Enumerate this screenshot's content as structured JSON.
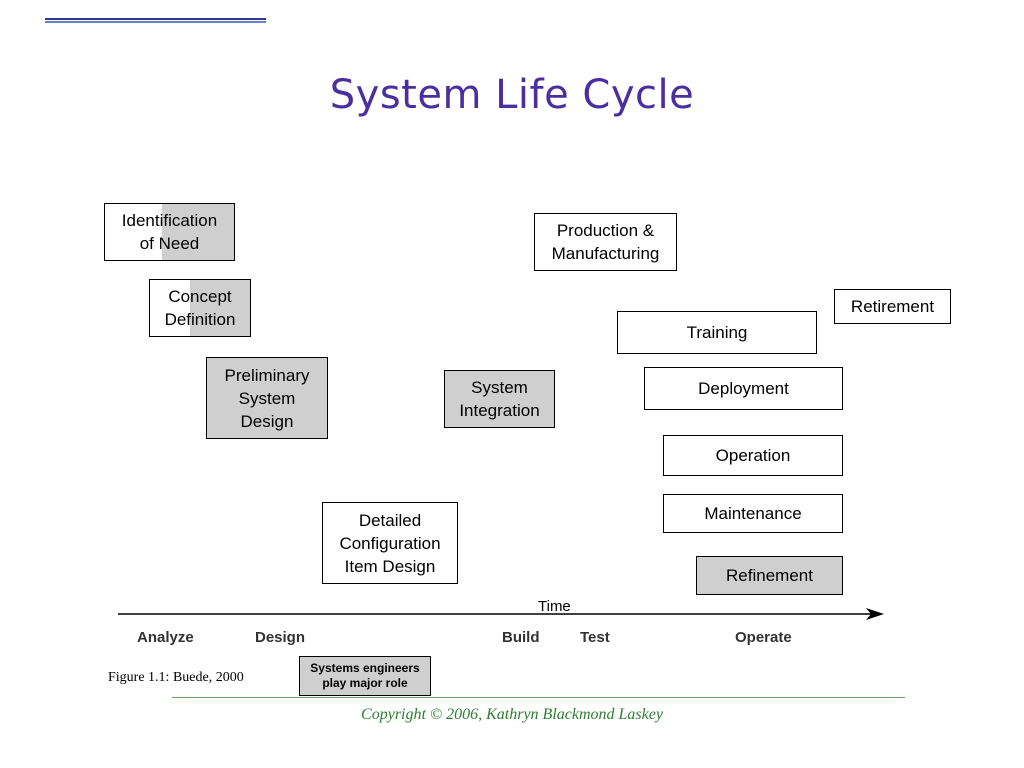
{
  "title": "System Life Cycle",
  "boxes": {
    "identification": "Identification\nof Need",
    "concept": "Concept\nDefinition",
    "preliminary": "Preliminary\nSystem\nDesign",
    "detailed": "Detailed\nConfiguration\nItem Design",
    "integration": "System\nIntegration",
    "production": "Production &\nManufacturing",
    "retirement": "Retirement",
    "training": "Training",
    "deployment": "Deployment",
    "operation": "Operation",
    "maintenance": "Maintenance",
    "refinement": "Refinement"
  },
  "axis": {
    "label": "Time",
    "phases": [
      "Analyze",
      "Design",
      "Build",
      "Test",
      "Operate"
    ]
  },
  "figure_caption": "Figure 1.1:  Buede, 2000",
  "legend": "Systems engineers\nplay major role",
  "copyright": "Copyright © 2006, Kathryn Blackmond Laskey",
  "colors": {
    "title": "#4a2fa0",
    "highlight_fill": "#cfcfcf",
    "copyright": "#2e7d32",
    "top_rule": "#2f3c8c"
  }
}
